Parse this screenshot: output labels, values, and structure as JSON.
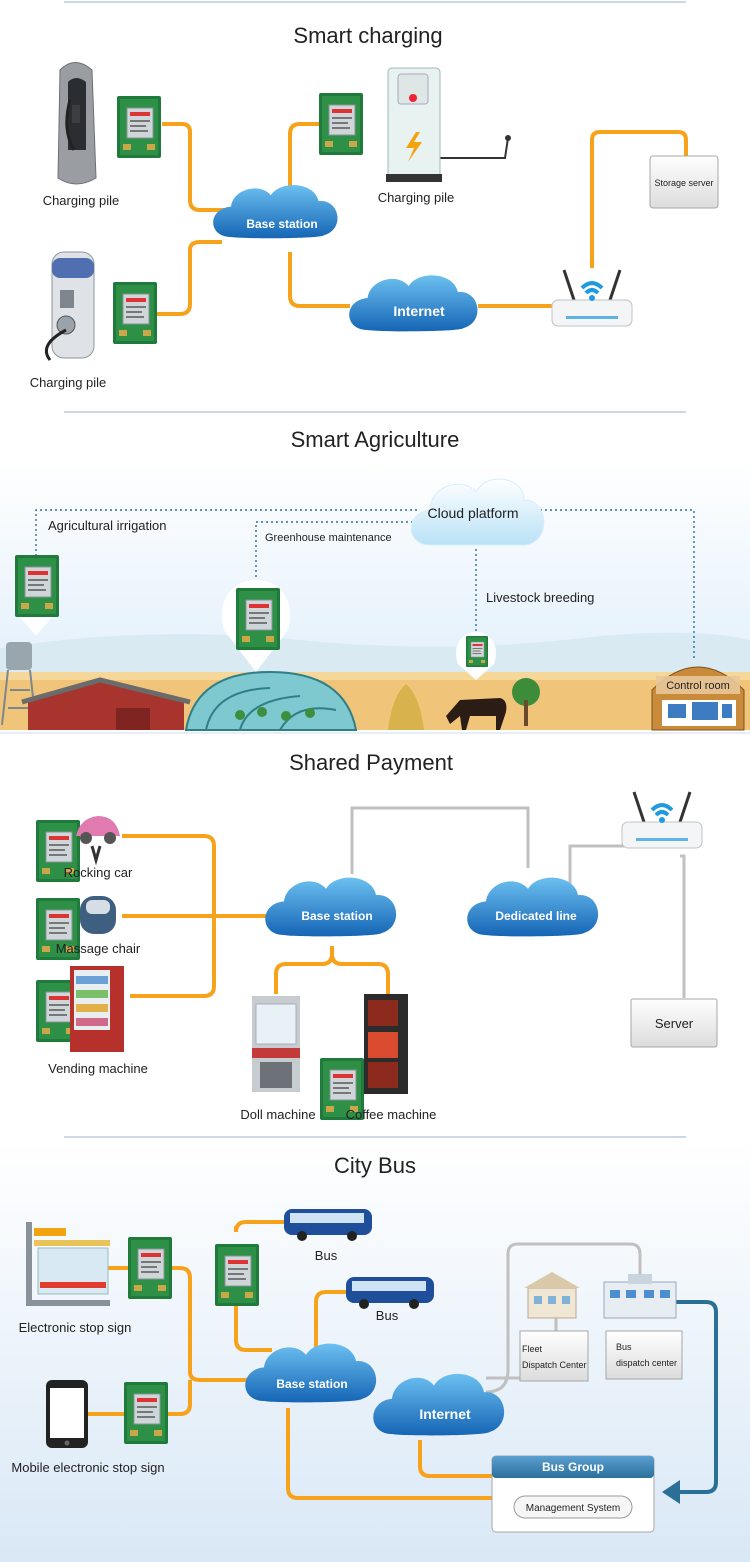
{
  "sections": {
    "charging": {
      "title": "Smart charging",
      "labels": {
        "pile1": "Charging pile",
        "pile2": "Charging pile",
        "pile3": "Charging pile"
      },
      "base_station": "Base station",
      "internet": "Internet",
      "storage_server": "Storage server"
    },
    "agriculture": {
      "title": "Smart Agriculture",
      "cloud_platform": "Cloud platform",
      "irrigation": "Agricultural irrigation",
      "greenhouse": "Greenhouse maintenance",
      "livestock": "Livestock breeding",
      "control_room": "Control room"
    },
    "payment": {
      "title": "Shared Payment",
      "rocking_car": "Rocking car",
      "massage_chair": "Massage chair",
      "vending_machine": "Vending machine",
      "doll_machine": "Doll machine",
      "coffee_machine": "Coffee machine",
      "base_station": "Base station",
      "dedicated_line": "Dedicated line",
      "server": "Server"
    },
    "bus": {
      "title": "City Bus",
      "stop_sign": "Electronic stop sign",
      "mobile_stop_sign": "Mobile electronic stop sign",
      "bus1": "Bus",
      "bus2": "Bus",
      "base_station": "Base station",
      "internet": "Internet",
      "fleet_line1": "Fleet",
      "fleet_line2": "Dispatch Center",
      "bus_dc_line1": "Bus",
      "bus_dc_line2": "dispatch center",
      "bus_group": "Bus Group",
      "management_system": "Management System"
    }
  },
  "colors": {
    "orange_link": "#f7a21b",
    "gray_link": "#c0c0c0",
    "cloud_blue": "#1f7cc8",
    "arrow_blue": "#2a6f96",
    "divider": "#9ab0c8"
  }
}
